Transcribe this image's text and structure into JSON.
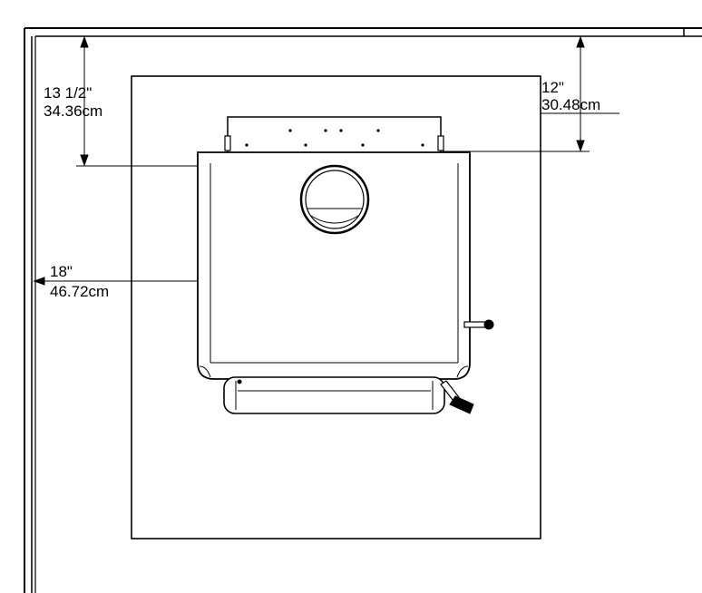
{
  "dimensions": {
    "top_left": {
      "imperial": "13 1/2\"",
      "metric": "34.36cm"
    },
    "top_right": {
      "imperial": "12\"",
      "metric": "30.48cm"
    },
    "side": {
      "imperial": "18\"",
      "metric": "46.72cm"
    }
  }
}
